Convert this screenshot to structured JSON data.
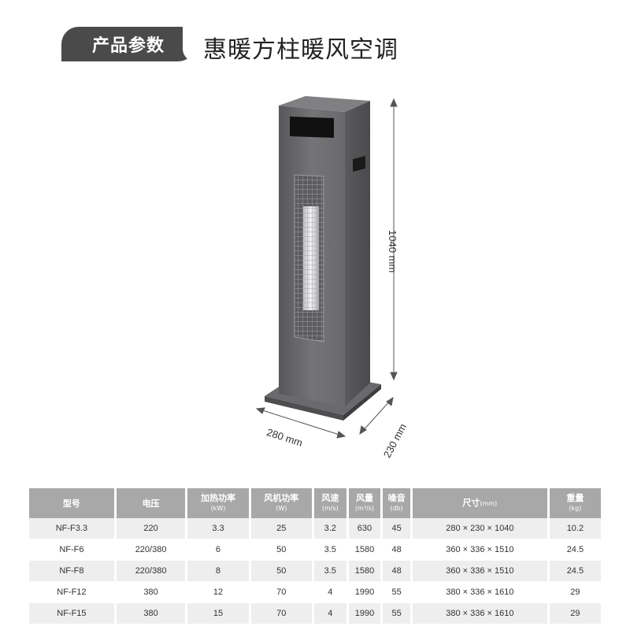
{
  "header": {
    "badge": "产品参数",
    "title": "惠暖方柱暖风空调"
  },
  "dimensions": {
    "height": "1040 mm",
    "width": "280 mm",
    "depth": "230 mm"
  },
  "table": {
    "headers": [
      {
        "label": "型号",
        "unit": ""
      },
      {
        "label": "电压",
        "unit": ""
      },
      {
        "label": "加热功率",
        "unit": "(kW)"
      },
      {
        "label": "风机功率",
        "unit": "(W)"
      },
      {
        "label": "风速",
        "unit": "(m/s)"
      },
      {
        "label": "风量",
        "unit": "(m³/s)"
      },
      {
        "label": "噪音",
        "unit": "(db)"
      },
      {
        "label": "尺寸",
        "unit": "(mm)"
      },
      {
        "label": "重量",
        "unit": "(kg)"
      }
    ],
    "rows": [
      [
        "NF-F3.3",
        "220",
        "3.3",
        "25",
        "3.2",
        "630",
        "45",
        "280 × 230 × 1040",
        "10.2"
      ],
      [
        "NF-F6",
        "220/380",
        "6",
        "50",
        "3.5",
        "1580",
        "48",
        "360 × 336 × 1510",
        "24.5"
      ],
      [
        "NF-F8",
        "220/380",
        "8",
        "50",
        "3.5",
        "1580",
        "48",
        "360 × 336 × 1510",
        "24.5"
      ],
      [
        "NF-F12",
        "380",
        "12",
        "70",
        "4",
        "1990",
        "55",
        "380 × 336 × 1610",
        "29"
      ],
      [
        "NF-F15",
        "380",
        "15",
        "70",
        "4",
        "1990",
        "55",
        "380 × 336 × 1610",
        "29"
      ]
    ]
  },
  "colors": {
    "badge_bg": "#4a4a4a",
    "table_header_bg": "#a8a8a8",
    "row_shade": "#eeeeee",
    "product_body": "#6e6e70"
  }
}
